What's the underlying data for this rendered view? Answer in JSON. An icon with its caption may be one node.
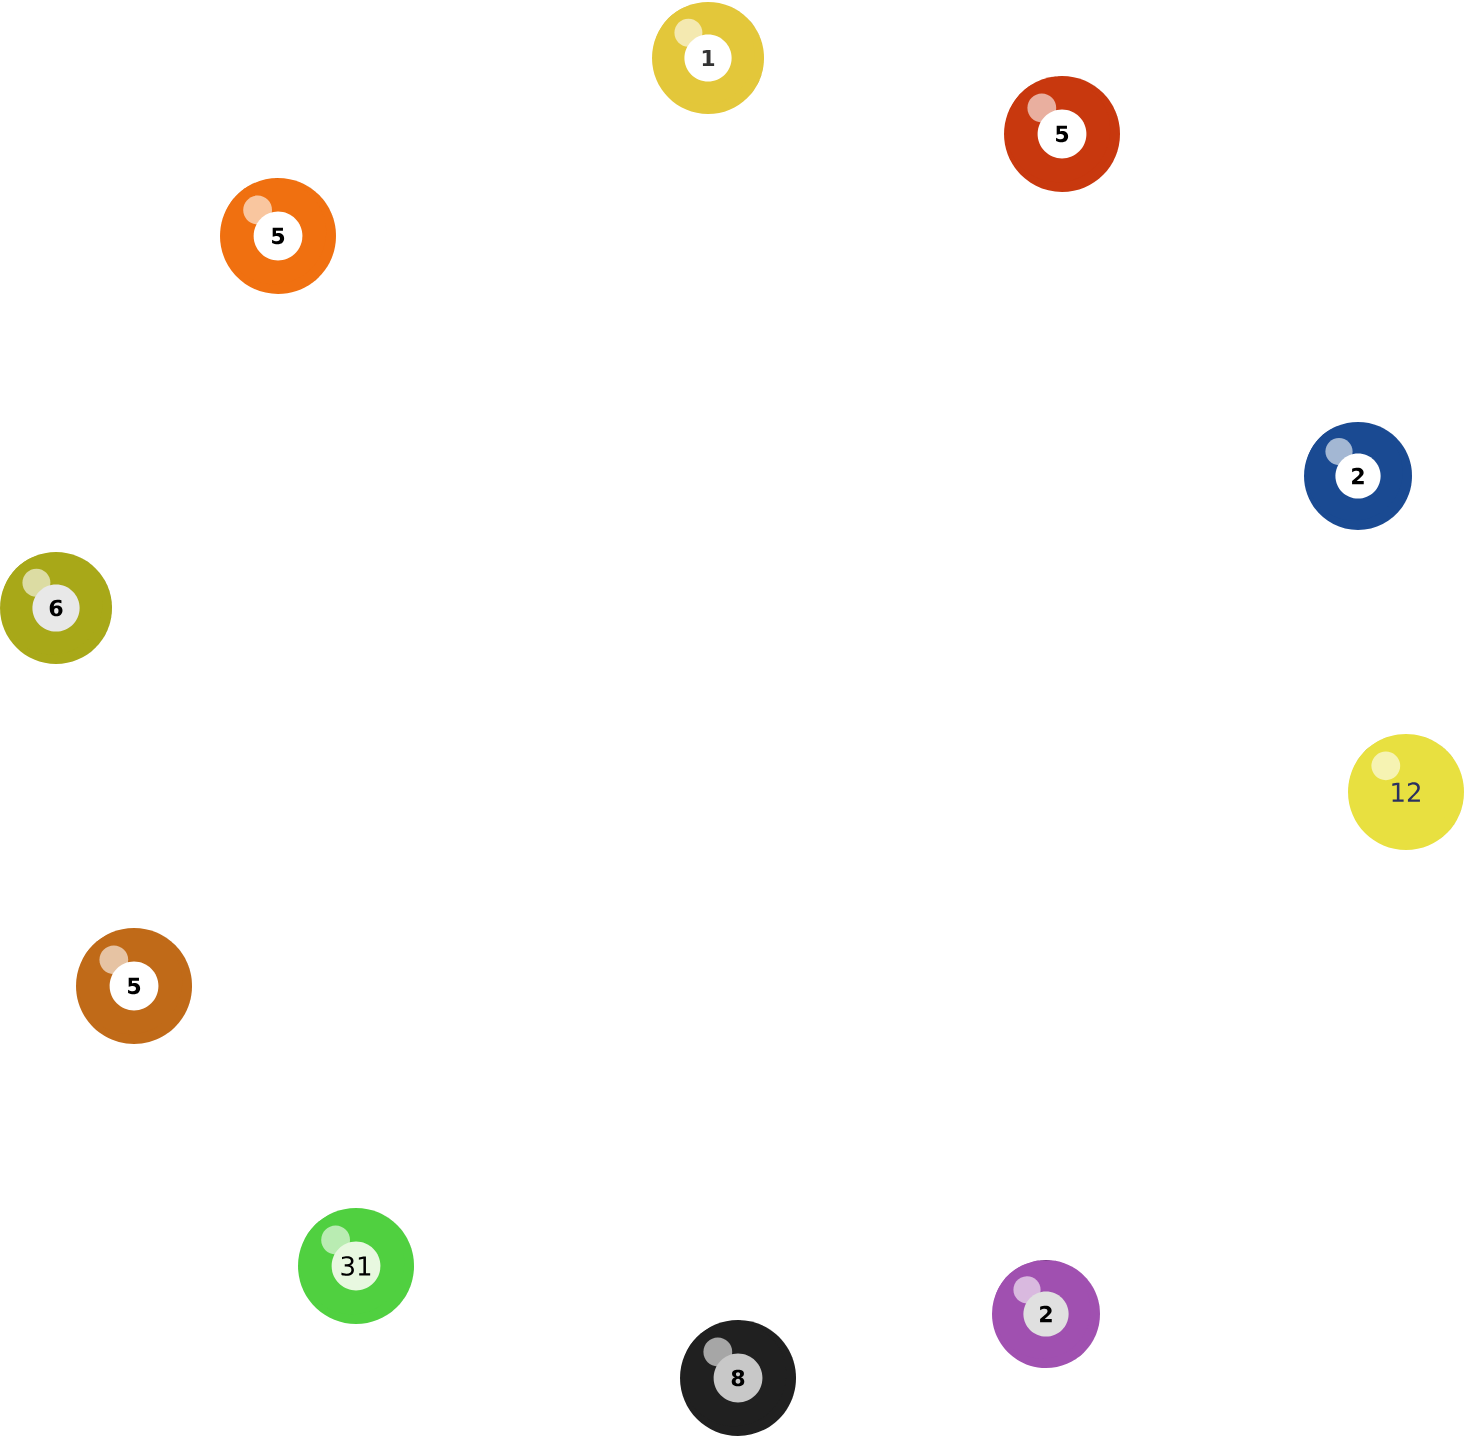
{
  "diagram": {
    "nodes": [
      {
        "text": [
          "1"
        ]
      },
      {
        "text": [
          "5"
        ]
      },
      {
        "text": [
          "5"
        ]
      },
      {
        "text": [
          "2"
        ]
      },
      {
        "text": [
          "6"
        ]
      },
      {
        "text": [
          "12"
        ]
      },
      {
        "text": [
          "5"
        ]
      },
      {
        "text": [
          "31"
        ]
      },
      {
        "text": [
          "2"
        ]
      },
      {
        "text": [
          "8"
        ]
      }
    ]
  }
}
